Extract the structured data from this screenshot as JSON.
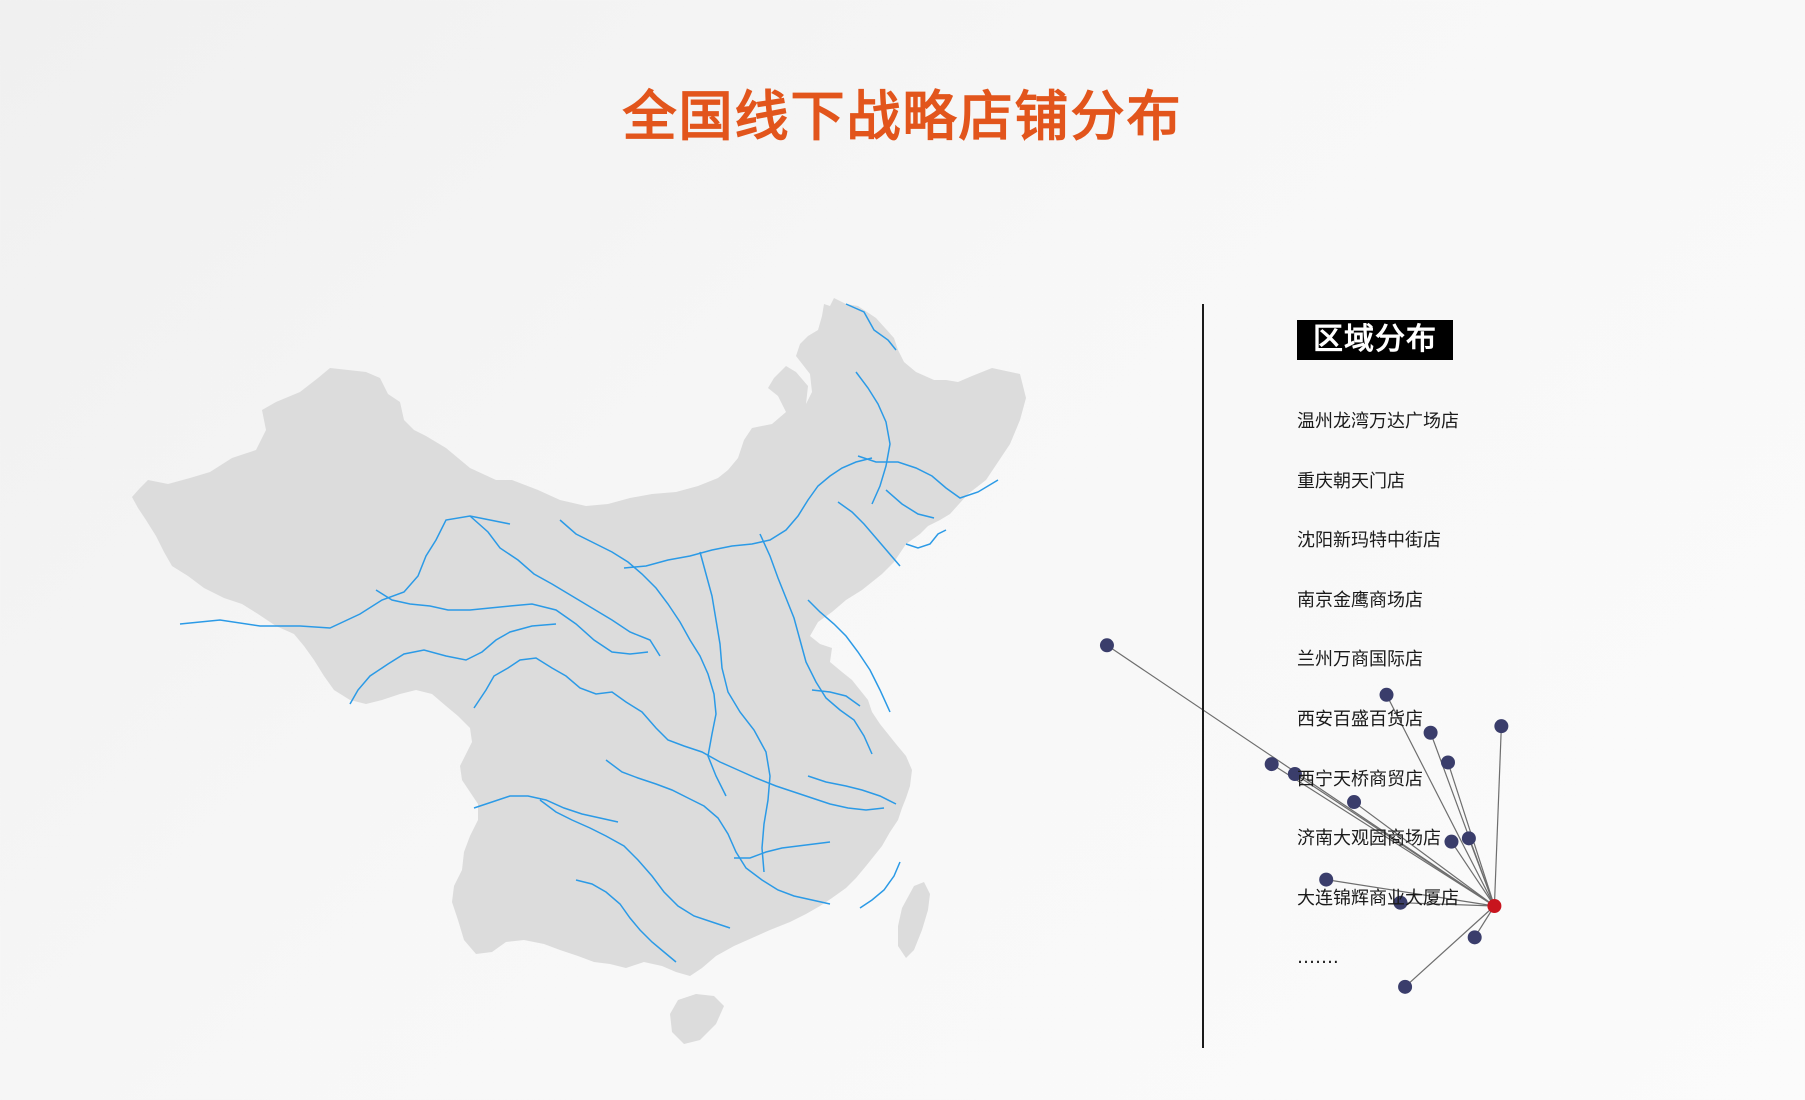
{
  "title": "全国线下战略店铺分布",
  "colors": {
    "title": "#e2551c",
    "land": "#dcdcdc",
    "border": "#2b9ae6",
    "route": "#6e6e6e",
    "store_marker": "#3a3d6b",
    "hub_marker": "#c8141e"
  },
  "sidebar": {
    "heading": "区域分布",
    "stores": [
      "温州龙湾万达广场店",
      "重庆朝天门店",
      "沈阳新玛特中街店",
      "南京金鹰商场店",
      "兰州万商国际店",
      "西安百盛百货店",
      "西宁天桥商贸店",
      "济南大观园商场店",
      "大连锦辉商业大厦店",
      "……."
    ]
  },
  "map": {
    "hub": {
      "name": "hub-marker",
      "lon": 121.0,
      "lat": 28.0
    },
    "markers": [
      {
        "name": "marker-xinjiang",
        "lon": 87.6,
        "lat": 43.8
      },
      {
        "name": "marker-qinghai",
        "lon": 101.8,
        "lat": 36.6
      },
      {
        "name": "marker-gansu",
        "lon": 103.8,
        "lat": 36.0
      },
      {
        "name": "marker-shaanxi",
        "lon": 108.9,
        "lat": 34.3
      },
      {
        "name": "marker-chongqing",
        "lon": 106.5,
        "lat": 29.6
      },
      {
        "name": "marker-hunan",
        "lon": 112.9,
        "lat": 28.2
      },
      {
        "name": "marker-guangdong",
        "lon": 113.3,
        "lat": 23.1
      },
      {
        "name": "marker-fujian",
        "lon": 119.3,
        "lat": 26.1
      },
      {
        "name": "marker-nanjing",
        "lon": 118.8,
        "lat": 32.1
      },
      {
        "name": "marker-hefei",
        "lon": 117.3,
        "lat": 31.9
      },
      {
        "name": "marker-jinan",
        "lon": 117.0,
        "lat": 36.7
      },
      {
        "name": "marker-hebei",
        "lon": 115.5,
        "lat": 38.5
      },
      {
        "name": "marker-neimenggu",
        "lon": 111.7,
        "lat": 40.8
      },
      {
        "name": "marker-dalian",
        "lon": 121.6,
        "lat": 38.9
      }
    ]
  }
}
